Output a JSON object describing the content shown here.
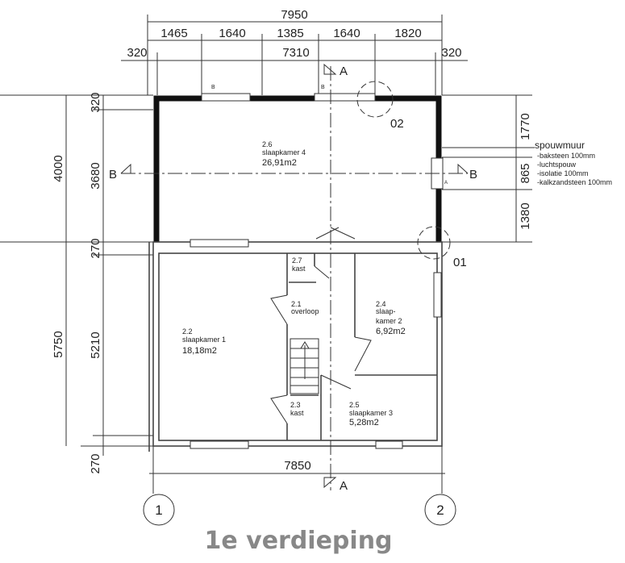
{
  "title": "1e verdieping",
  "dimensions": {
    "top_total": "7950",
    "top_segments": [
      "1465",
      "1640",
      "1385",
      "1640",
      "1820"
    ],
    "top_inner": [
      "320",
      "7310",
      "320"
    ],
    "left_outer": [
      "4000",
      "5750"
    ],
    "left_inner": [
      "320",
      "3680",
      "270",
      "5210",
      "270"
    ],
    "right": [
      "1770",
      "865",
      "1380"
    ],
    "bottom": "7850"
  },
  "section_marks": {
    "a": "A",
    "b": "B",
    "window_b": "B",
    "window_a": "A"
  },
  "details": [
    "01",
    "02"
  ],
  "grid": [
    "1",
    "2"
  ],
  "rooms": [
    {
      "number": "2.6",
      "name": "slaapkamer 4",
      "area": "26,91m2"
    },
    {
      "number": "2.7",
      "name": "kast"
    },
    {
      "number": "2.1",
      "name": "overloop"
    },
    {
      "number": "2.2",
      "name": "slaapkamer 1",
      "area": "18,18m2"
    },
    {
      "number": "2.4",
      "name": "slaap-",
      "name2": "kamer 2",
      "area": "6,92m2"
    },
    {
      "number": "2.3",
      "name": "kast"
    },
    {
      "number": "2.5",
      "name": "slaapkamer 3",
      "area": "5,28m2"
    }
  ],
  "wall_note": {
    "title": "spouwmuur",
    "layers": [
      "-baksteen 100mm",
      "-luchtspouw",
      "-isolatie 100mm",
      "-kalkzandsteen 100mm"
    ]
  }
}
